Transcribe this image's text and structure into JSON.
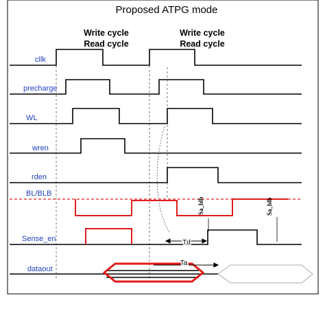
{
  "title": "Proposed ATPG mode",
  "cycles": [
    {
      "line1": "Write cycle",
      "line2": "Read cycle"
    },
    {
      "line1": "Write cycle",
      "line2": "Read cycle"
    }
  ],
  "signals": [
    {
      "key": "clk",
      "label": "cllk"
    },
    {
      "key": "precharge",
      "label": "precharge"
    },
    {
      "key": "wl",
      "label": "WL"
    },
    {
      "key": "wren",
      "label": "wren"
    },
    {
      "key": "rden",
      "label": "rden"
    },
    {
      "key": "bl",
      "label": "BL/BLB"
    },
    {
      "key": "sense",
      "label": "Sense_en"
    },
    {
      "key": "dataout",
      "label": "dataout"
    }
  ],
  "annotations": {
    "sa_blb_1": "Sa_blb",
    "sa_blb_2": "Sa_blb",
    "td": "Td",
    "ta": "Ta"
  },
  "colors": {
    "signal": "#000000",
    "label": "#1f3fbf",
    "highlight": "#e11b1b",
    "guide": "#555555",
    "shape_outline": "#aaaaaa"
  }
}
